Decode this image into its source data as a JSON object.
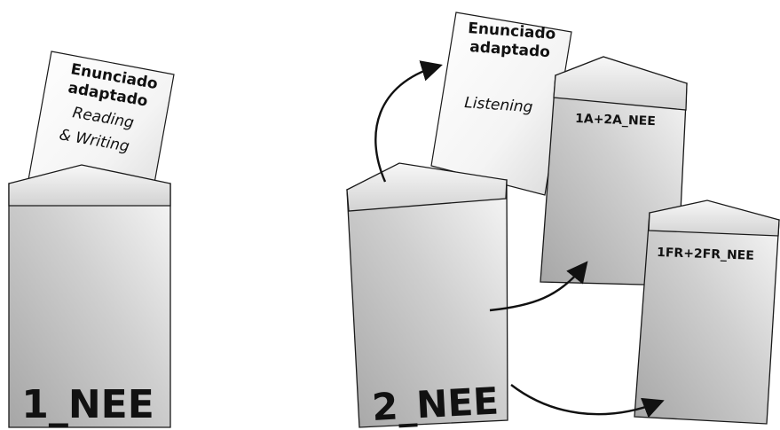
{
  "left_group": {
    "sheet": {
      "line1": "Enunciado",
      "line2": "adaptado",
      "line3": "Reading",
      "line4": "& Writing"
    },
    "envelope": {
      "label": "1_NEE"
    }
  },
  "right_group": {
    "sheet": {
      "line1": "Enunciado",
      "line2": "adaptado",
      "line3": "Listening"
    },
    "main_envelope": {
      "label": "2_NEE"
    },
    "envelope_a": {
      "label": "1A+2A_NEE"
    },
    "envelope_b": {
      "label": "1FR+2FR_NEE"
    }
  },
  "colors": {
    "outline": "#1a1a1a",
    "envelope_light": "#f6f6f6",
    "envelope_dark": "#a8a8a8",
    "arrow": "#111111"
  }
}
